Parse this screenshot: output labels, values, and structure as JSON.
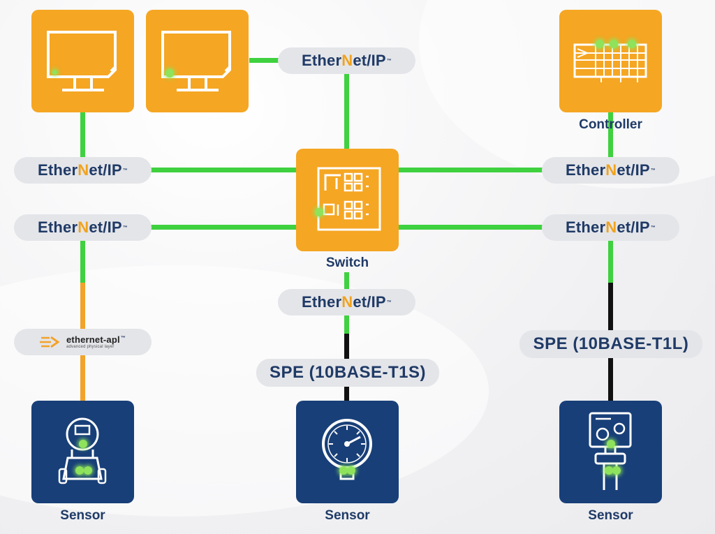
{
  "colors": {
    "device_orange": "#f5a623",
    "sensor_navy": "#183f78",
    "ethernet_green": "#3fd13f",
    "apl_orange": "#f2a32a",
    "spe_black": "#111111",
    "label_blue": "#1f3a66",
    "pill_gray": "#e4e5e9"
  },
  "nodes": {
    "monitor_1": {
      "icon": "monitor-icon"
    },
    "monitor_2": {
      "icon": "monitor-icon"
    },
    "controller": {
      "icon": "plc-controller-icon",
      "label": "Controller"
    },
    "switch": {
      "icon": "network-switch-icon",
      "label": "Switch"
    },
    "sensor_left": {
      "icon": "flow-transmitter-icon",
      "label": "Sensor"
    },
    "sensor_center": {
      "icon": "pressure-gauge-icon",
      "label": "Sensor"
    },
    "sensor_right": {
      "icon": "level-transmitter-icon",
      "label": "Sensor"
    }
  },
  "links": {
    "ethernet_ip": {
      "prefix": "Ether",
      "slash_letter": "N",
      "suffix": "et/IP",
      "trademark": "™"
    },
    "apl": {
      "main": "ethernet-apl",
      "trademark": "™",
      "sub": "advanced physical layer"
    },
    "spe_t1s": "SPE (10BASE-T1S)",
    "spe_t1l": "SPE (10BASE-T1L)"
  }
}
